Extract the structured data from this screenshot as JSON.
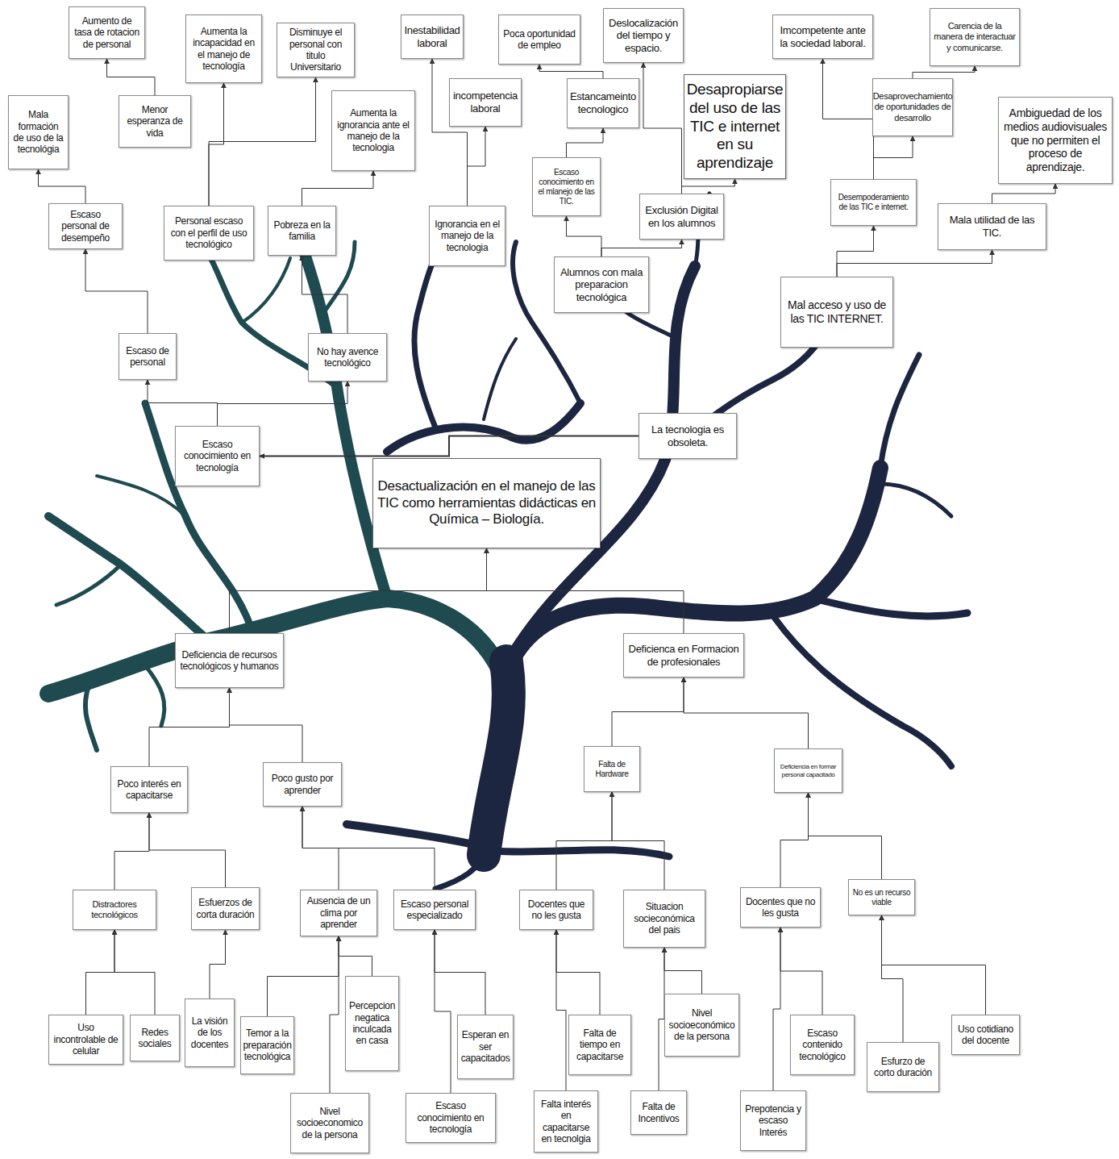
{
  "diagram": {
    "nodes": [
      {
        "text": [
          "Aumento de tasa de rotacion de personal"
        ]
      },
      {
        "text": [
          "Aumenta la incapacidad en el manejo de tecnología"
        ]
      },
      {
        "text": [
          "Disminuye el personal con titulo Universitario"
        ]
      },
      {
        "text": [
          "Inestabilidad laboral"
        ]
      },
      {
        "text": [
          "Poca oportunidad de empleo"
        ]
      },
      {
        "text": [
          "Deslocalización del tiempo y espacio."
        ]
      },
      {
        "text": [
          "Imcompetente ante la sociedad laboral."
        ]
      },
      {
        "text": [
          "Carencia de la manera de interactuar y comunicarse."
        ]
      },
      {
        "text": [
          "Mala formación de uso de la tecnológia"
        ]
      },
      {
        "text": [
          "Menor esperanza de vida"
        ]
      },
      {
        "text": [
          "Aumenta la ignorancia ante el manejo de la tecnologia"
        ]
      },
      {
        "text": [
          "incompetencia laboral"
        ]
      },
      {
        "text": [
          "Estancameinto tecnologico"
        ]
      },
      {
        "text": [
          "Desapropiarse del uso de las TIC e internet en su aprendizaje"
        ]
      },
      {
        "text": [
          "Desaprovechamiento de oportunidades de desarrollo"
        ]
      },
      {
        "text": [
          "Ambiguedad de los medios audiovisuales que no permiten el proceso de aprendizaje."
        ]
      },
      {
        "text": [
          "Escaso personal de desempeño"
        ]
      },
      {
        "text": [
          "Personal escaso con el perfil de uso tecnológico"
        ]
      },
      {
        "text": [
          "Pobreza en la familia"
        ]
      },
      {
        "text": [
          "Ignorancia en el manejo de la tecnologia"
        ]
      },
      {
        "text": [
          "Escaso conocimiento en el mlanejo de las TIC."
        ]
      },
      {
        "text": [
          "Exclusión Digital en los alumnos"
        ]
      },
      {
        "text": [
          "Desempoderamiento de las TIC e internet."
        ]
      },
      {
        "text": [
          "Mala utilidad de las TIC."
        ]
      },
      {
        "text": [
          "Alumnos con mala preparacion tecnológica"
        ]
      },
      {
        "text": [
          "Mal acceso y uso de las TIC INTERNET."
        ]
      },
      {
        "text": [
          "Escaso de personal"
        ]
      },
      {
        "text": [
          "No hay avence tecnológico"
        ]
      },
      {
        "text": [
          "La tecnologia es obsoleta."
        ]
      },
      {
        "text": [
          "Escaso conocimiento en tecnología"
        ]
      },
      {
        "text": [
          "Desactualización en el manejo de las TIC como herramientas didácticas en Química – Biología."
        ]
      },
      {
        "text": [
          "Deficiencia de recursos tecnológicos y humanos"
        ]
      },
      {
        "text": [
          "Deficienca en Formacion de profesionales"
        ]
      },
      {
        "text": [
          "Poco interés en capacitarse"
        ]
      },
      {
        "text": [
          "Poco gusto por aprender"
        ]
      },
      {
        "text": [
          "Falta de Hardware"
        ]
      },
      {
        "text": [
          "Deficiencia en formar personal capacitado"
        ]
      },
      {
        "text": [
          "Distractores tecnológicos"
        ]
      },
      {
        "text": [
          "Esfuerzos de corta duración"
        ]
      },
      {
        "text": [
          "Ausencia de un clima por aprender"
        ]
      },
      {
        "text": [
          "Escaso personal especializado"
        ]
      },
      {
        "text": [
          "Docentes que no les gusta"
        ]
      },
      {
        "text": [
          "Situacion socieconómica del pais"
        ]
      },
      {
        "text": [
          "Docentes que no les gusta"
        ]
      },
      {
        "text": [
          "No es un recurso viable"
        ]
      },
      {
        "text": [
          "Uso incontrolable de celular"
        ]
      },
      {
        "text": [
          "Redes sociales"
        ]
      },
      {
        "text": [
          "La visión de los docentes"
        ]
      },
      {
        "text": [
          "Temor a la preparación tecnológica"
        ]
      },
      {
        "text": [
          "Percepcion negatica inculcada en casa"
        ]
      },
      {
        "text": [
          "Esperan en ser capacitados"
        ]
      },
      {
        "text": [
          "Falta de tiempo en capacitarse"
        ]
      },
      {
        "text": [
          "Nivel socioeconómico de la persona"
        ]
      },
      {
        "text": [
          "Escaso contenido tecnológico"
        ]
      },
      {
        "text": [
          "Uso cotidiano del docente"
        ]
      },
      {
        "text": [
          "Esfurzo de corto duración"
        ]
      },
      {
        "text": [
          "Nivel socioeconomico de la persona"
        ]
      },
      {
        "text": [
          "Escaso conocimiento en tecnología"
        ]
      },
      {
        "text": [
          "Falta interés en capacitarse en tecnolgia"
        ]
      },
      {
        "text": [
          "Falta de Incentivos"
        ]
      },
      {
        "text": [
          "Prepotencia y escaso Interés"
        ]
      }
    ],
    "edges": [
      {
        "from": 45,
        "to": 37,
        "arrow": "to"
      },
      {
        "from": 46,
        "to": 37,
        "arrow": "to"
      },
      {
        "from": 37,
        "to": 33,
        "arrow": "to"
      },
      {
        "from": 47,
        "to": 38,
        "arrow": "to"
      },
      {
        "from": 38,
        "to": 33,
        "arrow": "to"
      },
      {
        "from": 48,
        "to": 39,
        "arrow": "to"
      },
      {
        "from": 56,
        "to": 39,
        "arrow": "to"
      },
      {
        "from": 49,
        "to": 39,
        "arrow": "to"
      },
      {
        "from": 39,
        "to": 34,
        "arrow": "to"
      },
      {
        "from": 50,
        "to": 40,
        "arrow": "to"
      },
      {
        "from": 57,
        "to": 40,
        "arrow": "to"
      },
      {
        "from": 40,
        "to": 34,
        "arrow": "to"
      },
      {
        "from": 33,
        "to": 31,
        "arrow": "to"
      },
      {
        "from": 34,
        "to": 31,
        "arrow": "to"
      },
      {
        "from": 58,
        "to": 41,
        "arrow": "to"
      },
      {
        "from": 51,
        "to": 41,
        "arrow": "to"
      },
      {
        "from": 41,
        "to": 35,
        "arrow": "to"
      },
      {
        "from": 52,
        "to": 42,
        "arrow": "to"
      },
      {
        "from": 59,
        "to": 42,
        "arrow": "to"
      },
      {
        "from": 42,
        "to": 35,
        "arrow": "to"
      },
      {
        "from": 35,
        "to": 32,
        "arrow": "to"
      },
      {
        "from": 60,
        "to": 43,
        "arrow": "to"
      },
      {
        "from": 53,
        "to": 43,
        "arrow": "to"
      },
      {
        "from": 43,
        "to": 36,
        "arrow": "to"
      },
      {
        "from": 55,
        "to": 44,
        "arrow": "to"
      },
      {
        "from": 54,
        "to": 44,
        "arrow": "to"
      },
      {
        "from": 44,
        "to": 36,
        "arrow": "to"
      },
      {
        "from": 36,
        "to": 32,
        "arrow": "to"
      },
      {
        "from": 31,
        "to": 30,
        "arrow": "to"
      },
      {
        "from": 32,
        "to": 30,
        "arrow": "to"
      },
      {
        "from": 28,
        "to": 29,
        "arrow": "to"
      },
      {
        "from": 29,
        "to": 26,
        "arrow": "to"
      },
      {
        "from": 26,
        "to": 16,
        "arrow": "to"
      },
      {
        "from": 16,
        "to": 8,
        "arrow": "to"
      },
      {
        "from": 9,
        "to": 0,
        "arrow": "to"
      },
      {
        "from": 29,
        "to": 27,
        "arrow": "to"
      },
      {
        "from": 27,
        "to": 18,
        "arrow": "to"
      },
      {
        "from": 18,
        "to": 10,
        "arrow": "to"
      },
      {
        "from": 17,
        "to": 1,
        "arrow": "to"
      },
      {
        "from": 17,
        "to": 2,
        "arrow": "to"
      },
      {
        "from": 19,
        "to": 11,
        "arrow": "to"
      },
      {
        "from": 19,
        "to": 3,
        "arrow": "to"
      },
      {
        "from": 24,
        "to": 20,
        "arrow": "to"
      },
      {
        "from": 20,
        "to": 12,
        "arrow": "to"
      },
      {
        "from": 12,
        "to": 4,
        "arrow": "to"
      },
      {
        "from": 24,
        "to": 21,
        "arrow": "to"
      },
      {
        "from": 21,
        "to": 13,
        "arrow": "to"
      },
      {
        "from": 21,
        "to": 5,
        "arrow": "to"
      },
      {
        "from": 25,
        "to": 22,
        "arrow": "to"
      },
      {
        "from": 22,
        "to": 14,
        "arrow": "to"
      },
      {
        "from": 14,
        "to": 7,
        "arrow": "to"
      },
      {
        "from": 22,
        "to": 6,
        "arrow": "to"
      },
      {
        "from": 25,
        "to": 23,
        "arrow": "to"
      },
      {
        "from": 23,
        "to": 15,
        "arrow": "to"
      }
    ]
  }
}
